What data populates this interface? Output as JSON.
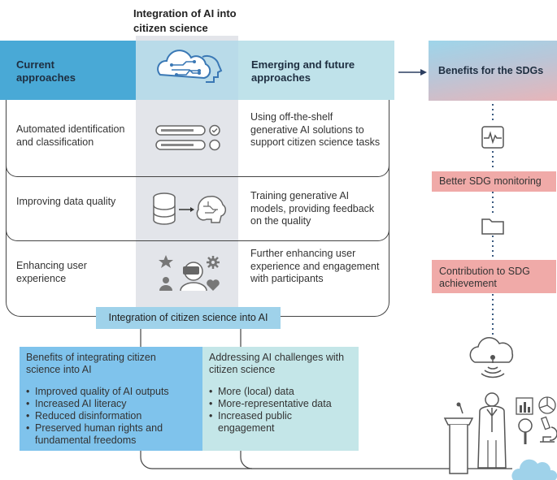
{
  "header": {
    "title": "Integration of AI into citizen science",
    "current": "Current approaches",
    "emerging": "Emerging and future approaches",
    "sdg": "Benefits for the SDGs"
  },
  "rows": [
    {
      "current": "Automated identification and classification",
      "emerging": "Using off-the-shelf generative AI solutions to support citizen science tasks"
    },
    {
      "current": "Improving data quality",
      "emerging": "Training generative AI models, providing feedback on the quality"
    },
    {
      "current": "Enhancing user experience",
      "emerging": "Further enhancing user experience and engagement with participants"
    }
  ],
  "integration_label": "Integration of citizen science into AI",
  "benefits": {
    "title": "Benefits of integrating citizen science into AI",
    "items": [
      "Improved quality of AI outputs",
      "Increased AI literacy",
      "Reduced disinformation",
      "Preserved human rights and fundamental freedoms"
    ],
    "color": "#7fc3ec"
  },
  "challenges": {
    "title": "Addressing AI challenges with citizen science",
    "items": [
      "More (local) data",
      "More-representative data",
      "Increased public engagement"
    ],
    "color": "#c4e6e8"
  },
  "sdg_steps": [
    "Better SDG monitoring",
    "Contribution to SDG achievement"
  ],
  "icons": [
    "cloud-brain-icon",
    "checklist-icon",
    "database-brain-icon",
    "vr-user-icon",
    "monitor-pulse-icon",
    "folder-icon",
    "cloud-signal-icon",
    "scientist-icon",
    "chart-icon",
    "pie-chart-icon",
    "magnifier-icon",
    "microscope-icon",
    "lectern-icon"
  ]
}
